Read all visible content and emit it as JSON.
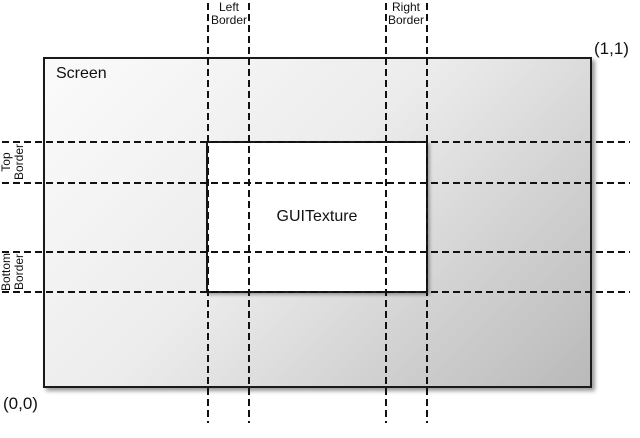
{
  "labels": {
    "screen": "Screen",
    "texture": "GUITexture",
    "coord_top_right": "(1,1)",
    "coord_bottom_left": "(0,0)"
  },
  "border_labels": {
    "left": [
      "Left",
      "Border"
    ],
    "right": [
      "Right",
      "Border"
    ],
    "top": [
      "Top",
      "Border"
    ],
    "bottom": [
      "Bottom",
      "Border"
    ]
  },
  "colors": {
    "line": "#111111",
    "screen_gradient_start": "#fbfbfb",
    "screen_gradient_end": "#b9b9b9",
    "texture_fill": "#ffffff",
    "background": "#ffffff"
  }
}
